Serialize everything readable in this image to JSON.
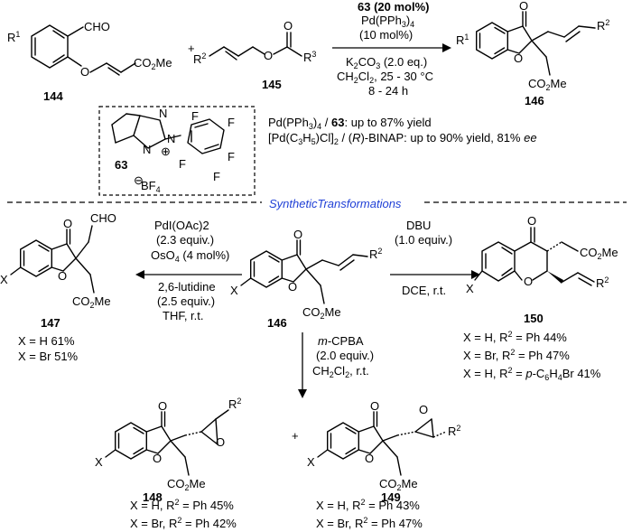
{
  "top": {
    "reactant_144": {
      "substituent": "R1",
      "aldehyde": "CHO",
      "ester": "CO2Me",
      "compound": "144"
    },
    "plus": "+",
    "reactant_145": {
      "substituent": "R2",
      "acyl": "R3",
      "compound": "145"
    },
    "conditions_above": [
      "63 (20 mol%)",
      "Pd(PPh3)4",
      "(10 mol%)"
    ],
    "conditions_below": [
      "K2CO3 (2.0 eq.)",
      "CH2Cl2, 25 - 30 °C",
      "8 - 24 h"
    ],
    "product_146": {
      "substituent_R1": "R1",
      "substituent_R2": "R2",
      "ester": "CO2Me",
      "compound": "146"
    },
    "catalyst_63": {
      "compound": "63",
      "counterion": "BF4",
      "fluorines": [
        "F",
        "F",
        "F",
        "F",
        "F"
      ]
    },
    "yields": [
      "Pd(PPh3)4 / 63: up to 87% yield",
      "[Pd(C3H5)Cl]2 / (R)-BINAP: up to 90% yield, 81% ee"
    ]
  },
  "section_label": "SyntheticTransformations",
  "bottom": {
    "center_146": {
      "X": "X",
      "R2": "R2",
      "ester": "CO2Me",
      "compound": "146"
    },
    "left_conditions_above": [
      "PdI(OAc)2",
      "(2.3 equiv.)",
      "OsO4 (4 mol%)"
    ],
    "left_conditions_below": [
      "2,6-lutidine",
      "(2.5 equiv.)",
      "THF, r.t."
    ],
    "product_147": {
      "X": "X",
      "aldehyde": "CHO",
      "ester": "CO2Me",
      "compound": "147",
      "yields": [
        "X = H 61%",
        "X = Br 51%"
      ]
    },
    "right_conditions_above": [
      "DBU",
      "(1.0 equiv.)"
    ],
    "right_conditions_below": [
      "DCE, r.t."
    ],
    "product_150": {
      "X": "X",
      "R2": "R2",
      "ester": "CO2Me",
      "compound": "150",
      "yields": [
        "X = H, R2 = Ph 44%",
        "X = Br, R2 = Ph 47%",
        "X = H, R2 = p-C6H4Br 41%"
      ]
    },
    "down_conditions": [
      "m-CPBA",
      "(2.0 equiv.)",
      "CH2Cl2, r.t."
    ],
    "product_148": {
      "X": "X",
      "R2": "R2",
      "ester": "CO2Me",
      "compound": "148",
      "yields": [
        "X = H, R2 = Ph 45%",
        "X = Br, R2 = Ph 42%"
      ]
    },
    "plus": "+",
    "product_149": {
      "X": "X",
      "R2": "R2",
      "ester": "CO2Me",
      "compound": "149",
      "yields": [
        "X = H, R2 = Ph 43%",
        "X = Br, R2 = Ph 47%"
      ]
    }
  }
}
